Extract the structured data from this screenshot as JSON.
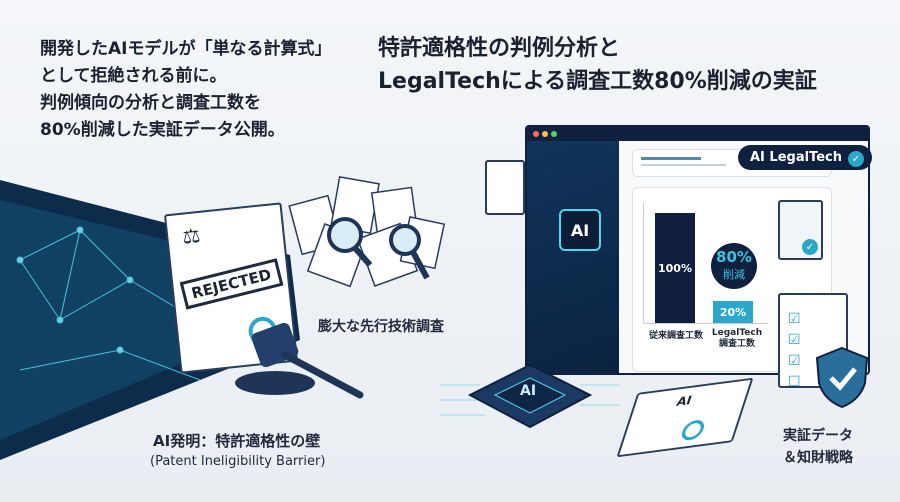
{
  "headline": {
    "lines": [
      "開発したAIモデルが「単なる計算式」",
      "として拒絶される前に。",
      "判例傾向の分析と調査工数を",
      "80%削減した実証データ公開。"
    ]
  },
  "title": {
    "lines": [
      "特許適格性の判例分析と",
      "LegalTechによる調査工数80%削減の実証"
    ]
  },
  "left_section": {
    "stamp": "REJECTED",
    "label": "AI発明：特許適格性の壁",
    "sublabel": "(Patent Ineligibility Barrier)"
  },
  "middle_section": {
    "label": "膨大な先行技術調査"
  },
  "dashboard": {
    "badge": "AI LegalTech",
    "chip_label": "AI",
    "bottom_chip_label": "AI",
    "doc_label": "AI",
    "chart_data": {
      "type": "bar",
      "categories": [
        "従来調査工数",
        "LegalTech\n調査工数"
      ],
      "values": [
        100,
        20
      ],
      "value_labels": [
        "100%",
        "20%"
      ],
      "callout": {
        "value": "80%",
        "text": "削減"
      }
    }
  },
  "right_section": {
    "lines": [
      "実証データ",
      "＆知財戦略"
    ]
  },
  "colors": {
    "navy": "#0f1f3d",
    "accent": "#2aa7c9",
    "background": "#eef2f6"
  }
}
